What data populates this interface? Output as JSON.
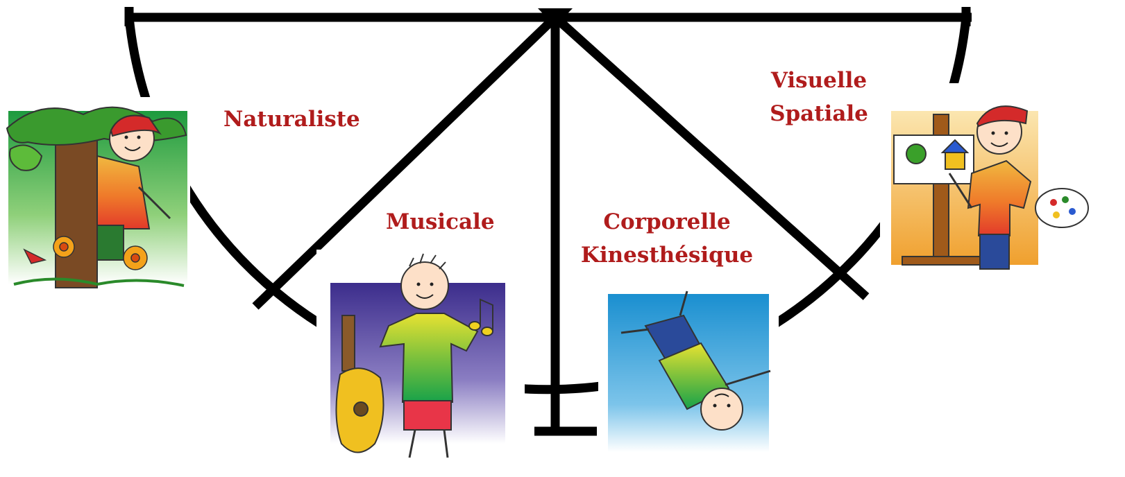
{
  "labels": {
    "naturaliste": "Naturaliste",
    "musicale": "Musicale",
    "corporelle_line1": "Corporelle",
    "corporelle_line2": "Kinesthésique",
    "visuelle_line1": "Visuelle",
    "visuelle_line2": "Spatiale"
  },
  "colors": {
    "label_text": "#b01c1c",
    "frame_lines": "#000000"
  },
  "illustrations": [
    "child-behind-tree-naturalist",
    "child-with-guitar-musical",
    "child-doing-cartwheel-bodily-kinesthetic",
    "child-painting-at-easel-visual-spatial"
  ]
}
